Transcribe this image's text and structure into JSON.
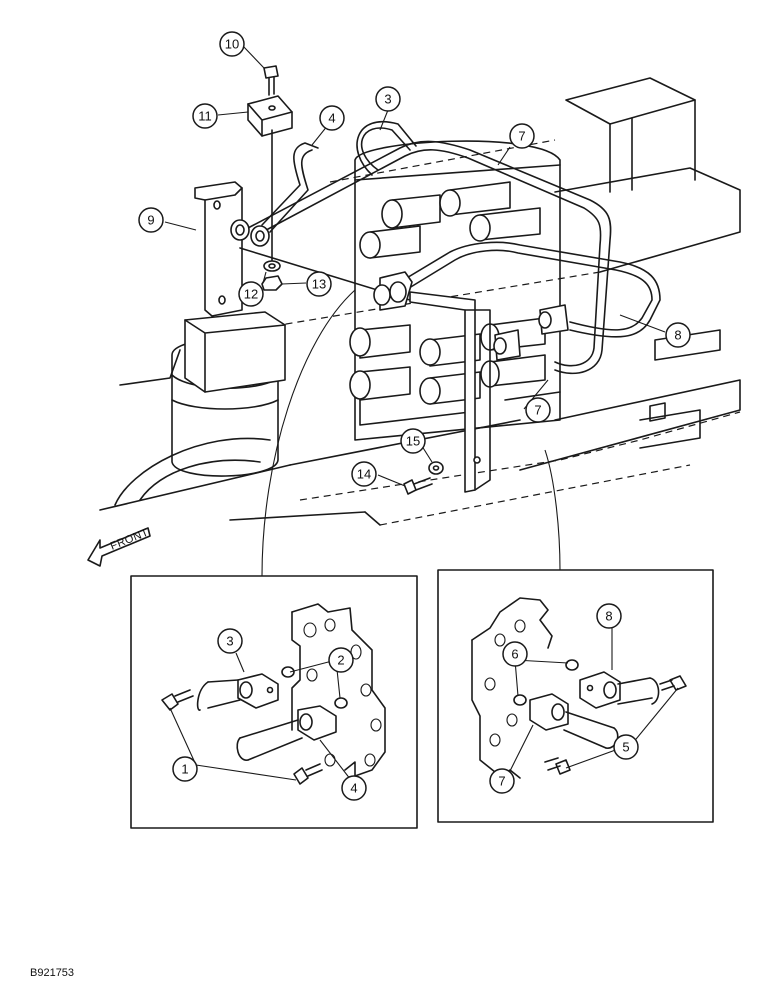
{
  "figure_id": "B921753",
  "front_label": "FRONT",
  "callouts": {
    "c1": "1",
    "c2": "2",
    "c3a": "3",
    "c3b": "3",
    "c4a": "4",
    "c4b": "4",
    "c5": "5",
    "c6": "6",
    "c7a": "7",
    "c7b": "7",
    "c7c": "7",
    "c8a": "8",
    "c8b": "8",
    "c9": "9",
    "c10": "10",
    "c11": "11",
    "c12": "12",
    "c13": "13",
    "c14": "14",
    "c15": "15"
  }
}
